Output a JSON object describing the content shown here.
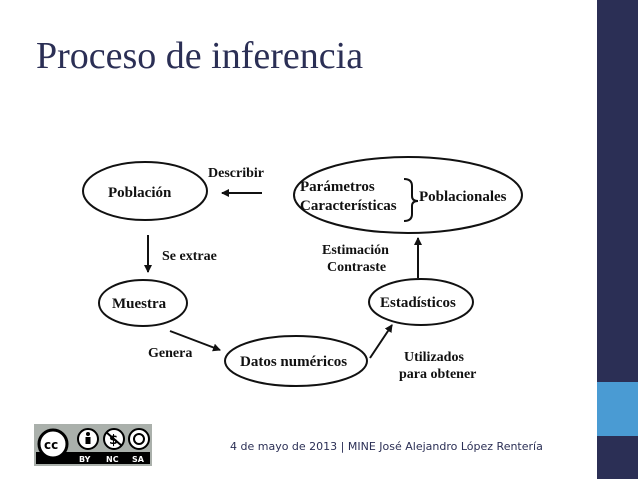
{
  "slide": {
    "title": "Proceso de inferencia",
    "footer": "4 de mayo de 2013 | MINE José Alejandro López Rentería"
  },
  "diagram": {
    "nodes": {
      "poblacion": "Población",
      "parametros_line1": "Parámetros",
      "parametros_line2": "Características",
      "poblacionales": "Poblacionales",
      "muestra": "Muestra",
      "datos": "Datos numéricos",
      "estadisticos": "Estadísticos"
    },
    "edges": {
      "describir": "Describir",
      "se_extrae": "Se extrae",
      "estimacion_line1": "Estimación",
      "estimacion_line2": "Contraste",
      "genera": "Genera",
      "utilizados_line1": "Utilizados",
      "utilizados_line2": "para obtener"
    }
  },
  "license": {
    "labels": [
      "BY",
      "NC",
      "SA"
    ]
  },
  "colors": {
    "sidebar": "#2b2f55",
    "sidebar_accent": "#4a9bd3",
    "title": "#2b2f55"
  }
}
